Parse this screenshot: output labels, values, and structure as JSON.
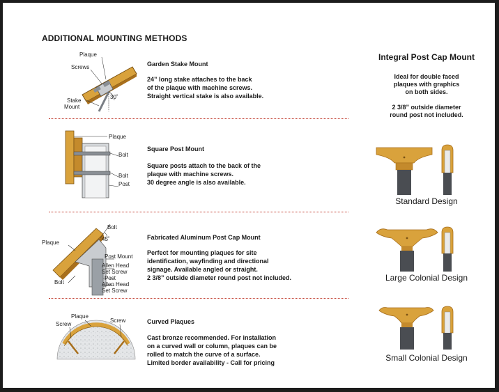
{
  "heading": "ADDITIONAL MOUNTING METHODS",
  "sections": [
    {
      "title": "Garden Stake Mount",
      "desc_lines": [
        "24” long stake attaches to the back",
        "of the plaque with machine screws.",
        "Straight vertical stake is also available."
      ],
      "labels": {
        "plaque": "Plaque",
        "screws": "Screws",
        "stake": "Stake",
        "mount": "Mount",
        "angle": "30˚"
      }
    },
    {
      "title": "Square Post Mount",
      "desc_lines": [
        "Square posts attach to the back of the",
        "plaque with machine screws.",
        "30 degree angle is also available."
      ],
      "labels": {
        "plaque": "Plaque",
        "bolt1": "Bolt",
        "bolt2": "Bolt",
        "post": "Post"
      }
    },
    {
      "title": "Fabricated Aluminum Post Cap Mount",
      "desc_lines": [
        "Perfect for mounting plaques for site",
        "identification, wayfinding and directional",
        "signage. Available angled or straight.",
        "2 3/8” outside diameter round post not included."
      ],
      "labels": {
        "bolt_top": "Bolt",
        "angle": "45˚",
        "plaque": "Plaque",
        "post_mount": "Post Mount",
        "allen1_a": "Allen Head",
        "allen1_b": "Set Screw",
        "post": "Post",
        "allen2_a": "Allen Head",
        "allen2_b": "Set Screw",
        "bolt_bottom": "Bolt"
      }
    },
    {
      "title": "Curved Plaques",
      "desc_lines": [
        "Cast bronze recommended. For installation",
        "on a curved wall or column, plaques can be",
        "rolled to match the curve of a surface.",
        "Limited border availability - Call for pricing"
      ],
      "labels": {
        "plaque": "Plaque",
        "screw_left": "Screw",
        "screw_right": "Screw"
      }
    }
  ],
  "integral": {
    "title": "Integral Post Cap Mount",
    "desc_lines": [
      "Ideal for double faced",
      "plaques with graphics",
      "on both sides.",
      "",
      "2 3/8” outside diameter",
      "round post not included."
    ],
    "designs": [
      "Standard Design",
      "Large Colonial Design",
      "Small Colonial Design"
    ]
  },
  "colors": {
    "bronze": "#d9a23c",
    "bronze_dark": "#a86f1c",
    "steel": "#9aa0a6",
    "divider": "#c0392b"
  }
}
